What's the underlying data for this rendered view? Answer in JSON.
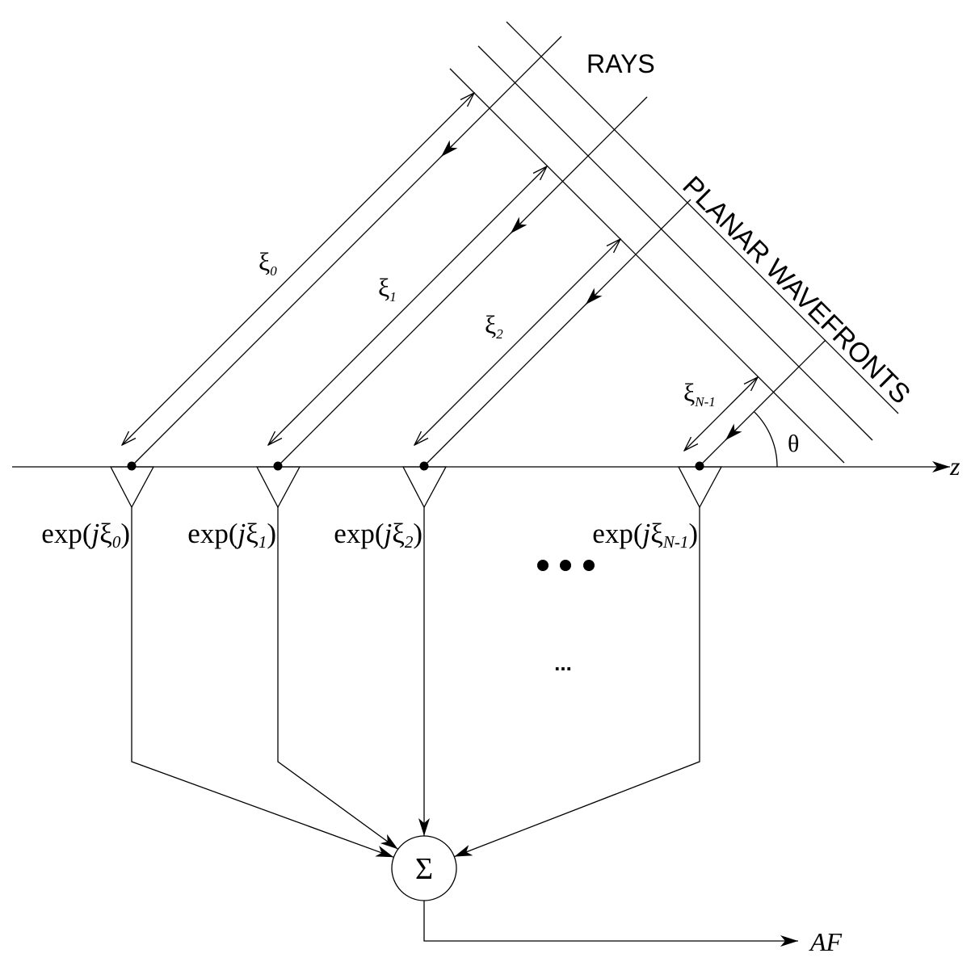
{
  "diagram": {
    "rays_label": "RAYS",
    "wavefronts_label": "PLANAR WAVEFRONTS",
    "angle_label": "θ",
    "axis_label": "z",
    "sum_symbol": "Σ",
    "output_label": "AF",
    "ellipsis": "...",
    "elements": [
      {
        "path_symbol": "ξ",
        "path_sub": "0",
        "weight_prefix": "exp(",
        "weight_var": "j",
        "weight_symbol": "ξ",
        "weight_sub": "0",
        "weight_suffix": ")"
      },
      {
        "path_symbol": "ξ",
        "path_sub": "1",
        "weight_prefix": "exp(",
        "weight_var": "j",
        "weight_symbol": "ξ",
        "weight_sub": "1",
        "weight_suffix": ")"
      },
      {
        "path_symbol": "ξ",
        "path_sub": "2",
        "weight_prefix": "exp(",
        "weight_var": "j",
        "weight_symbol": "ξ",
        "weight_sub": "2",
        "weight_suffix": ")"
      },
      {
        "path_symbol": "ξ",
        "path_sub": "N-1",
        "weight_prefix": "exp(",
        "weight_var": "j",
        "weight_symbol": "ξ",
        "weight_sub": "N-1",
        "weight_suffix": ")"
      }
    ]
  }
}
